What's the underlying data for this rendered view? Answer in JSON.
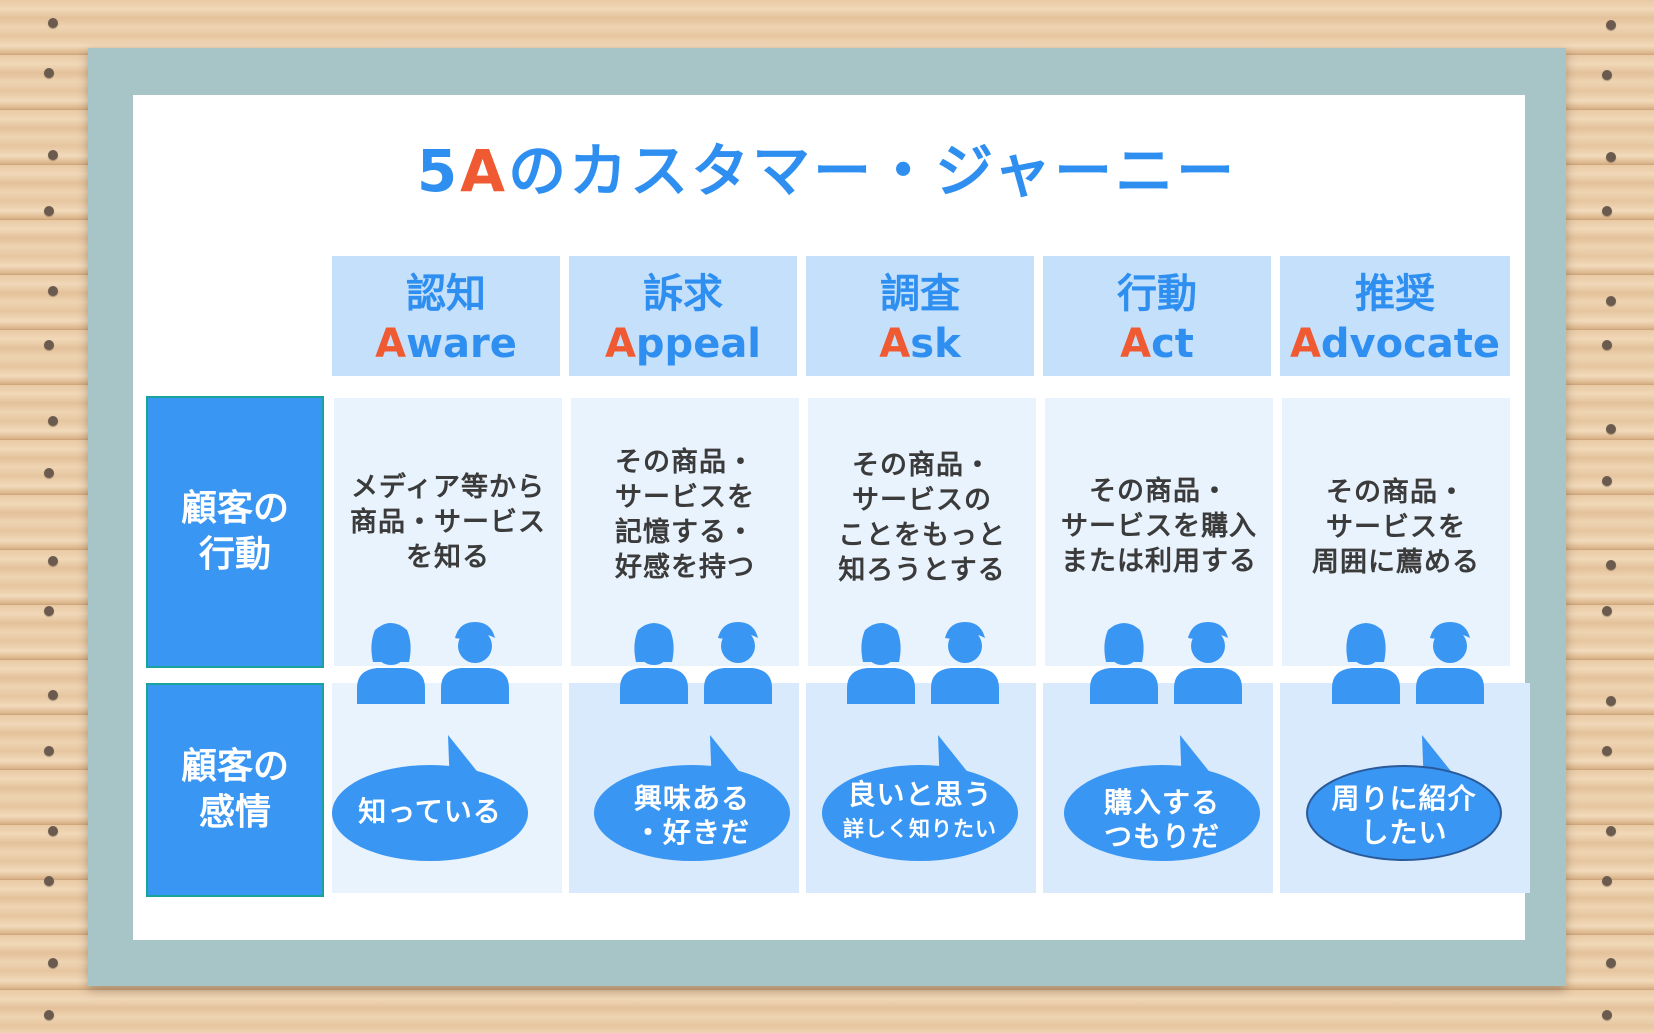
{
  "title": {
    "num": "5",
    "accent": "A",
    "rest": "のカスタマー・ジャーニー"
  },
  "row_labels": {
    "action": "顧客の\n行動",
    "emotion": "顧客の\n感情"
  },
  "stages": [
    {
      "jp": "認知",
      "en_first": "A",
      "en_rest": "ware",
      "action": "メディア等から\n商品・サービス\nを知る",
      "feeling": "知っている",
      "feeling_sub": ""
    },
    {
      "jp": "訴求",
      "en_first": "A",
      "en_rest": "ppeal",
      "action": "その商品・\nサービスを\n記憶する・\n好感を持つ",
      "feeling": "興味ある\n・好きだ",
      "feeling_sub": ""
    },
    {
      "jp": "調査",
      "en_first": "A",
      "en_rest": "sk",
      "action": "その商品・\nサービスの\nことをもっと\n知ろうとする",
      "feeling": "良いと思う",
      "feeling_sub": "詳しく知りたい"
    },
    {
      "jp": "行動",
      "en_first": "A",
      "en_rest": "ct",
      "action": "その商品・\nサービスを購入\nまたは利用する",
      "feeling": "購入する\nつもりだ",
      "feeling_sub": ""
    },
    {
      "jp": "推奨",
      "en_first": "A",
      "en_rest": "dvocate",
      "action": "その商品・\nサービスを\n周囲に薦める",
      "feeling": "周りに紹介\nしたい",
      "feeling_sub": ""
    }
  ],
  "colors": {
    "blue": "#2e8ff0",
    "accent": "#f05a33",
    "person": "#3a96f3",
    "bubble": "#3a96f3"
  }
}
